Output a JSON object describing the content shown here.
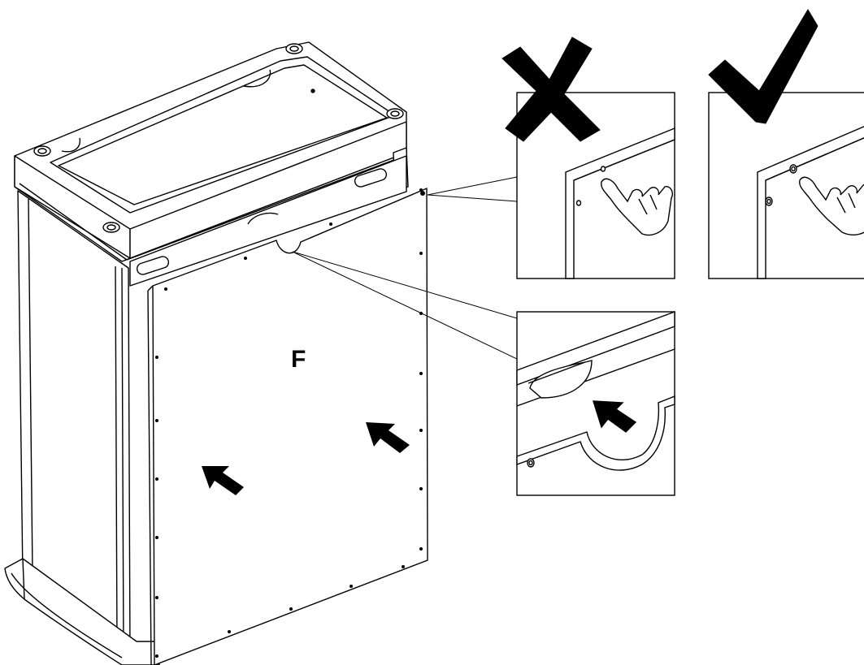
{
  "figure": {
    "panel_label": "F",
    "colors": {
      "ink": "#000000",
      "paper": "#ffffff"
    },
    "insets": [
      {
        "name": "wrong-inset",
        "verdict_icon": "cross-mark-icon",
        "meaning": "incorrect"
      },
      {
        "name": "correct-inset",
        "verdict_icon": "check-mark-icon",
        "meaning": "correct"
      },
      {
        "name": "notch-detail-inset",
        "verdict_icon": "arrow-icon",
        "meaning": "detail"
      }
    ]
  }
}
